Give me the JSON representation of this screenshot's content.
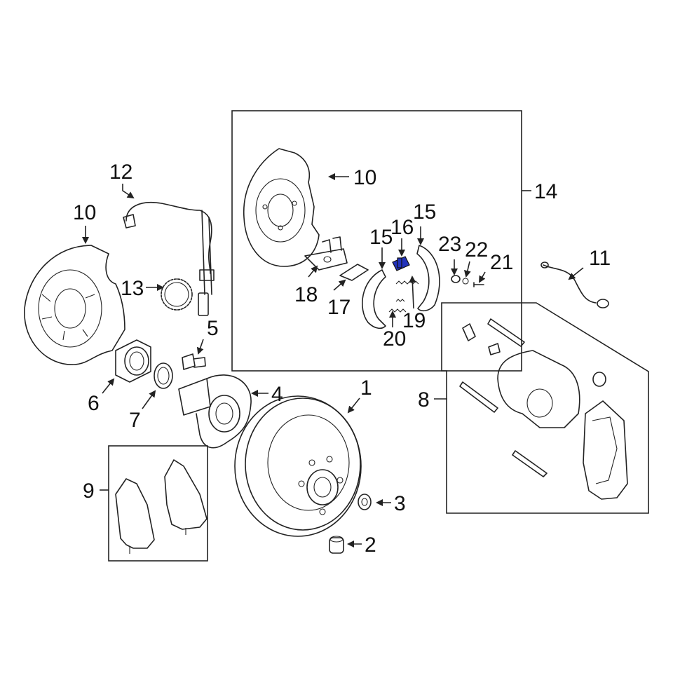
{
  "callouts": {
    "c1": "1",
    "c2": "2",
    "c3": "3",
    "c4": "4",
    "c5": "5",
    "c6": "6",
    "c7": "7",
    "c8": "8",
    "c9": "9",
    "c10a": "10",
    "c10b": "10",
    "c11": "11",
    "c12": "12",
    "c13": "13",
    "c14": "14",
    "c15a": "15",
    "c15b": "15",
    "c16": "16",
    "c17": "17",
    "c18": "18",
    "c19": "19",
    "c20": "20",
    "c21": "21",
    "c22": "22",
    "c23": "23"
  },
  "highlight_color": "#2233bb"
}
